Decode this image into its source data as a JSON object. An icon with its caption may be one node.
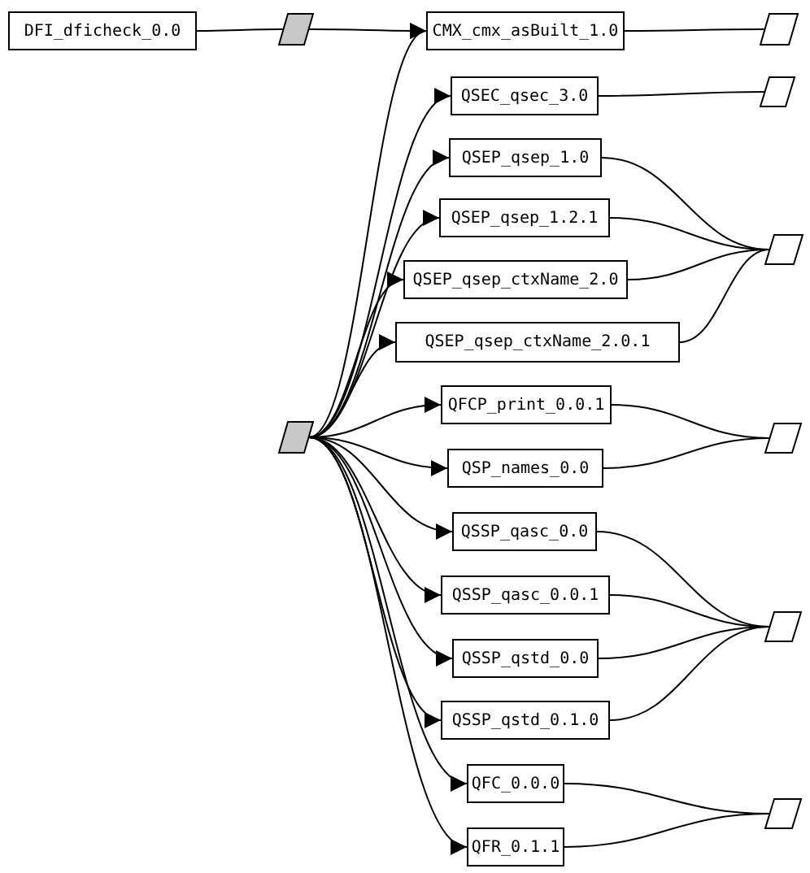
{
  "diagram": {
    "nodes": [
      {
        "text": [
          "DFI_dficheck_0.0"
        ]
      },
      {
        "text": [],
        "shape": "parallelogram"
      },
      {
        "text": [
          "CMX_cmx_asBuilt_1.0"
        ]
      },
      {
        "text": [],
        "shape": "parallelogram"
      },
      {
        "text": [
          "QSEC_qsec_3.0"
        ]
      },
      {
        "text": [],
        "shape": "parallelogram"
      },
      {
        "text": [
          "QSEP_qsep_1.0"
        ]
      },
      {
        "text": [
          "QSEP_qsep_1.2.1"
        ]
      },
      {
        "text": [
          "QSEP_qsep_ctxName_2.0"
        ]
      },
      {
        "text": [
          "QSEP_qsep_ctxName_2.0.1"
        ]
      },
      {
        "text": [],
        "shape": "parallelogram"
      },
      {
        "text": [],
        "shape": "parallelogram"
      },
      {
        "text": [
          "QFCP_print_0.0.1"
        ]
      },
      {
        "text": [
          "QSP_names_0.0"
        ]
      },
      {
        "text": [],
        "shape": "parallelogram"
      },
      {
        "text": [
          "QSSP_qasc_0.0"
        ]
      },
      {
        "text": [
          "QSSP_qasc_0.0.1"
        ]
      },
      {
        "text": [
          "QSSP_qstd_0.0"
        ]
      },
      {
        "text": [
          "QSSP_qstd_0.1.0"
        ]
      },
      {
        "text": [],
        "shape": "parallelogram"
      },
      {
        "text": [
          "QFC_0.0.0"
        ]
      },
      {
        "text": [
          "QFR_0.1.1"
        ]
      },
      {
        "text": [],
        "shape": "parallelogram"
      }
    ],
    "edges": [
      {
        "from": 0,
        "to": 1,
        "arrow": "none"
      },
      {
        "from": 1,
        "to": 2,
        "arrow": "to"
      },
      {
        "from": 2,
        "to": 3,
        "arrow": "none"
      },
      {
        "from": 4,
        "to": 5,
        "arrow": "none"
      },
      {
        "from": 6,
        "to": 10,
        "arrow": "none"
      },
      {
        "from": 7,
        "to": 10,
        "arrow": "none"
      },
      {
        "from": 8,
        "to": 10,
        "arrow": "none"
      },
      {
        "from": 9,
        "to": 10,
        "arrow": "none"
      },
      {
        "from": 11,
        "to": 2,
        "arrow": "to"
      },
      {
        "from": 11,
        "to": 4,
        "arrow": "to"
      },
      {
        "from": 11,
        "to": 6,
        "arrow": "to"
      },
      {
        "from": 11,
        "to": 7,
        "arrow": "to"
      },
      {
        "from": 11,
        "to": 8,
        "arrow": "to"
      },
      {
        "from": 11,
        "to": 9,
        "arrow": "to"
      },
      {
        "from": 11,
        "to": 12,
        "arrow": "to"
      },
      {
        "from": 11,
        "to": 13,
        "arrow": "to"
      },
      {
        "from": 11,
        "to": 15,
        "arrow": "to"
      },
      {
        "from": 11,
        "to": 16,
        "arrow": "to"
      },
      {
        "from": 11,
        "to": 17,
        "arrow": "to"
      },
      {
        "from": 11,
        "to": 18,
        "arrow": "to"
      },
      {
        "from": 11,
        "to": 20,
        "arrow": "to"
      },
      {
        "from": 11,
        "to": 21,
        "arrow": "to"
      },
      {
        "from": 12,
        "to": 14,
        "arrow": "none"
      },
      {
        "from": 13,
        "to": 14,
        "arrow": "none"
      },
      {
        "from": 15,
        "to": 19,
        "arrow": "none"
      },
      {
        "from": 16,
        "to": 19,
        "arrow": "none"
      },
      {
        "from": 17,
        "to": 19,
        "arrow": "none"
      },
      {
        "from": 18,
        "to": 19,
        "arrow": "none"
      },
      {
        "from": 20,
        "to": 22,
        "arrow": "none"
      },
      {
        "from": 21,
        "to": 22,
        "arrow": "none"
      }
    ]
  }
}
